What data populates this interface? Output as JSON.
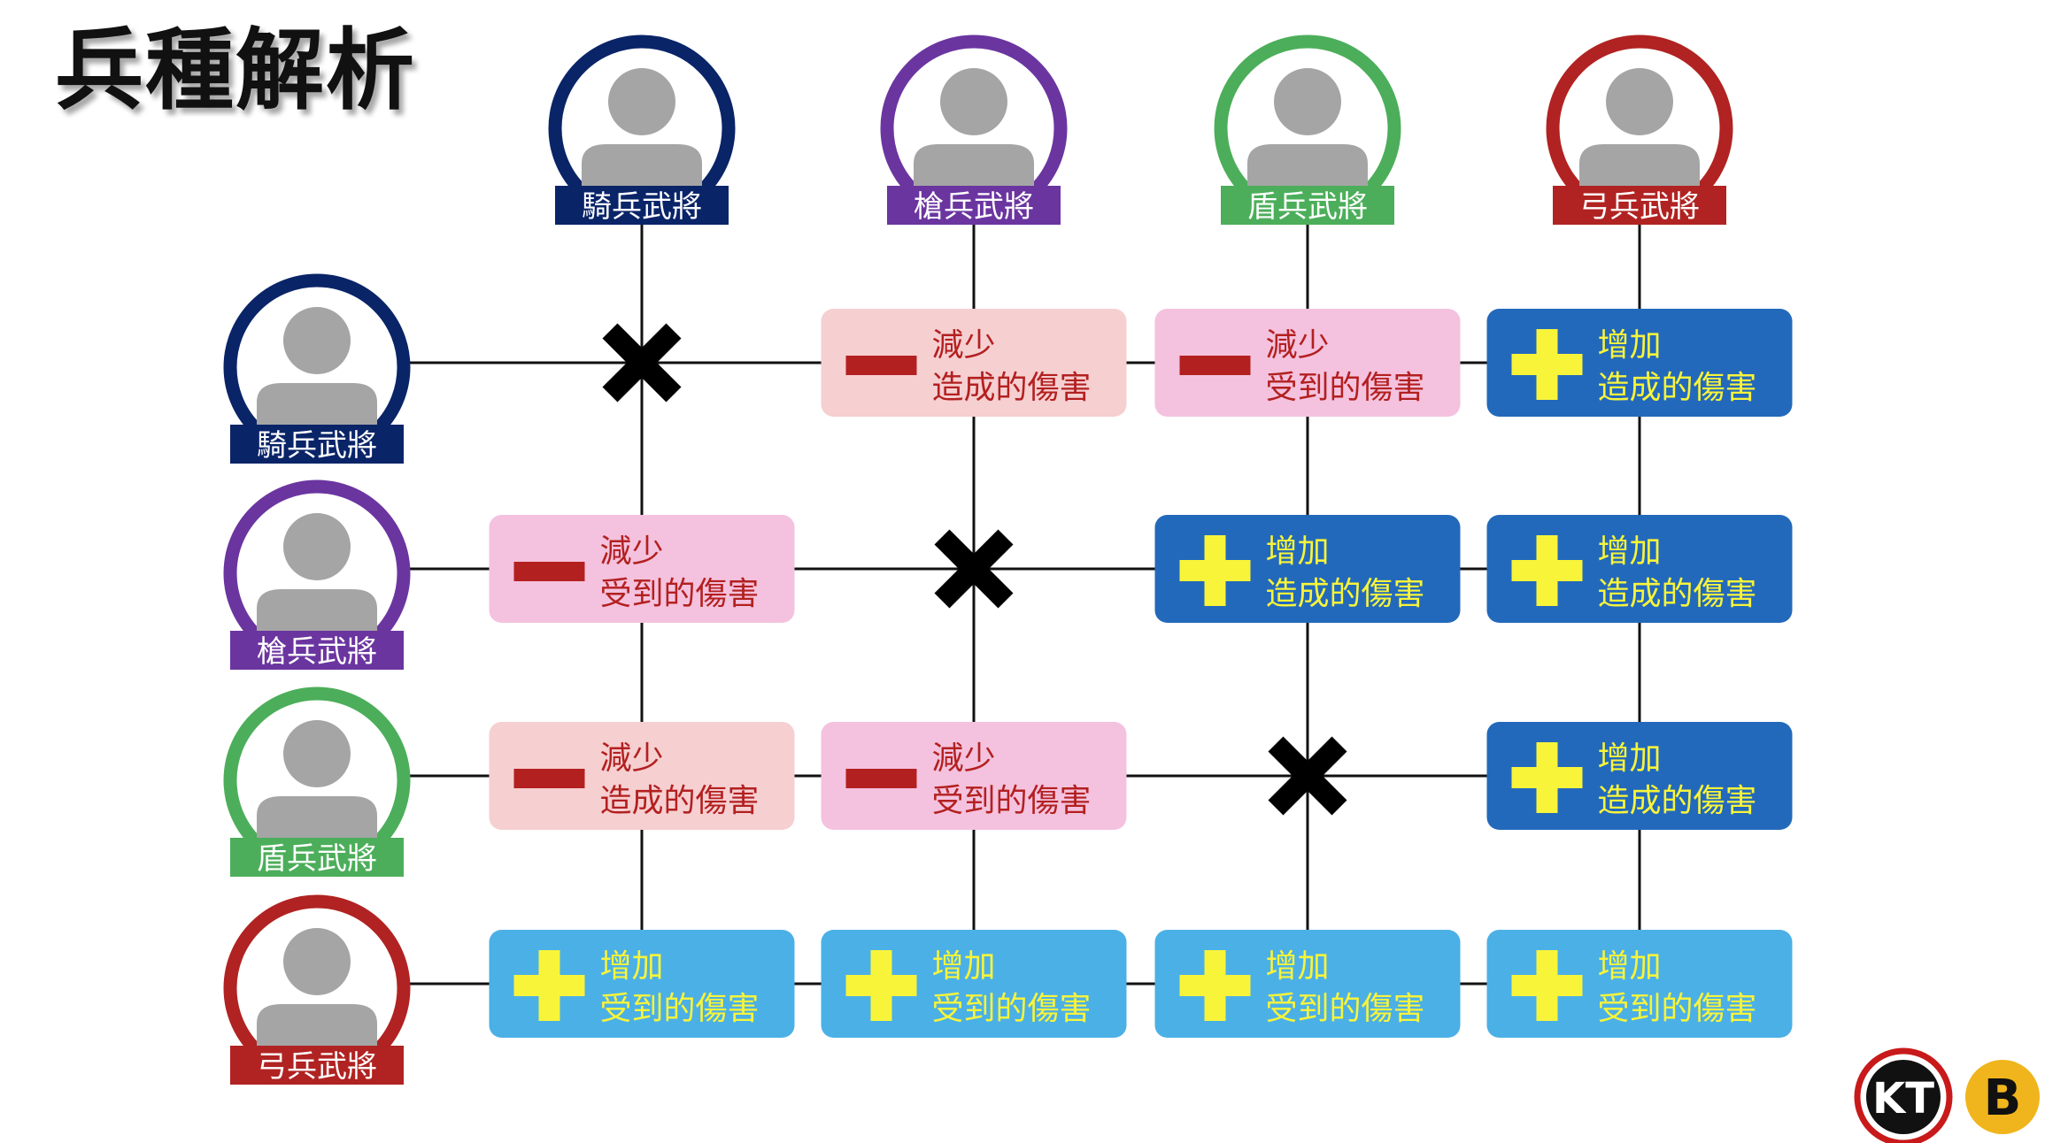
{
  "title": "兵種解析",
  "unit_colors": {
    "cavalry": "#0a2468",
    "spear": "#6b35a0",
    "shield": "#4cae5a",
    "archer": "#b02322"
  },
  "cell_colors": {
    "reduce_dealt": "#f6cfd1",
    "reduce_taken": "#f4c2de",
    "increase_dealt": "#2369bb",
    "increase_taken": "#4bb0e6",
    "reduce_text": "#b32020",
    "increase_text": "#f8f43a"
  },
  "columns": [
    {
      "key": "cavalry",
      "label": "騎兵武將"
    },
    {
      "key": "spear",
      "label": "槍兵武將"
    },
    {
      "key": "shield",
      "label": "盾兵武將"
    },
    {
      "key": "archer",
      "label": "弓兵武將"
    }
  ],
  "rows": [
    {
      "key": "cavalry",
      "label": "騎兵武將"
    },
    {
      "key": "spear",
      "label": "槍兵武將"
    },
    {
      "key": "shield",
      "label": "盾兵武將"
    },
    {
      "key": "archer",
      "label": "弓兵武將"
    }
  ],
  "cells": [
    [
      {
        "type": "none"
      },
      {
        "type": "reduce_dealt",
        "line1": "減少",
        "line2": "造成的傷害"
      },
      {
        "type": "reduce_taken",
        "line1": "減少",
        "line2": "受到的傷害"
      },
      {
        "type": "increase_dealt",
        "line1": "增加",
        "line2": "造成的傷害"
      }
    ],
    [
      {
        "type": "reduce_taken",
        "line1": "減少",
        "line2": "受到的傷害"
      },
      {
        "type": "none"
      },
      {
        "type": "increase_dealt",
        "line1": "增加",
        "line2": "造成的傷害"
      },
      {
        "type": "increase_dealt",
        "line1": "增加",
        "line2": "造成的傷害"
      }
    ],
    [
      {
        "type": "reduce_dealt",
        "line1": "減少",
        "line2": "造成的傷害"
      },
      {
        "type": "reduce_taken",
        "line1": "減少",
        "line2": "受到的傷害"
      },
      {
        "type": "none"
      },
      {
        "type": "increase_dealt",
        "line1": "增加",
        "line2": "造成的傷害"
      }
    ],
    [
      {
        "type": "increase_taken",
        "line1": "增加",
        "line2": "受到的傷害"
      },
      {
        "type": "increase_taken",
        "line1": "增加",
        "line2": "受到的傷害"
      },
      {
        "type": "increase_taken",
        "line1": "增加",
        "line2": "受到的傷害"
      },
      {
        "type": "increase_taken",
        "line1": "增加",
        "line2": "受到的傷害"
      }
    ]
  ],
  "icons": {
    "avatar": "person-silhouette-icon",
    "none": "x-mark-icon",
    "reduce": "minus-icon",
    "increase": "plus-icon"
  },
  "logos": [
    "KT",
    "B"
  ]
}
